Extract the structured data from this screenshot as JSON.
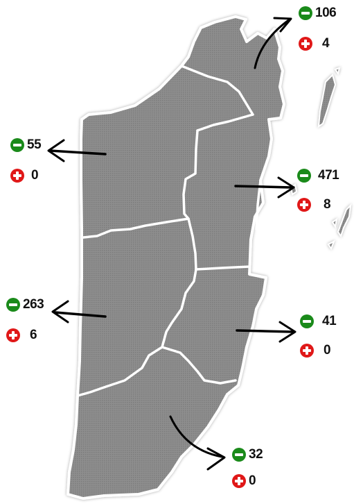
{
  "districts": [
    {
      "id": "corozal",
      "minus": "106",
      "plus": "4"
    },
    {
      "id": "orange-walk",
      "minus": "55",
      "plus": "0"
    },
    {
      "id": "belize",
      "minus": "471",
      "plus": "8"
    },
    {
      "id": "cayo",
      "minus": "263",
      "plus": "6"
    },
    {
      "id": "stann-creek",
      "minus": "41",
      "plus": "0"
    },
    {
      "id": "toledo",
      "minus": "32",
      "plus": "0"
    }
  ],
  "colors": {
    "land": "#8c8c8c",
    "border": "#ffffff",
    "minus_icon": "#1a8a1a",
    "plus_icon": "#e01818",
    "arrow": "#000000"
  },
  "icons": [
    "minus-circle-icon",
    "plus-circle-icon",
    "arrow-icon"
  ]
}
